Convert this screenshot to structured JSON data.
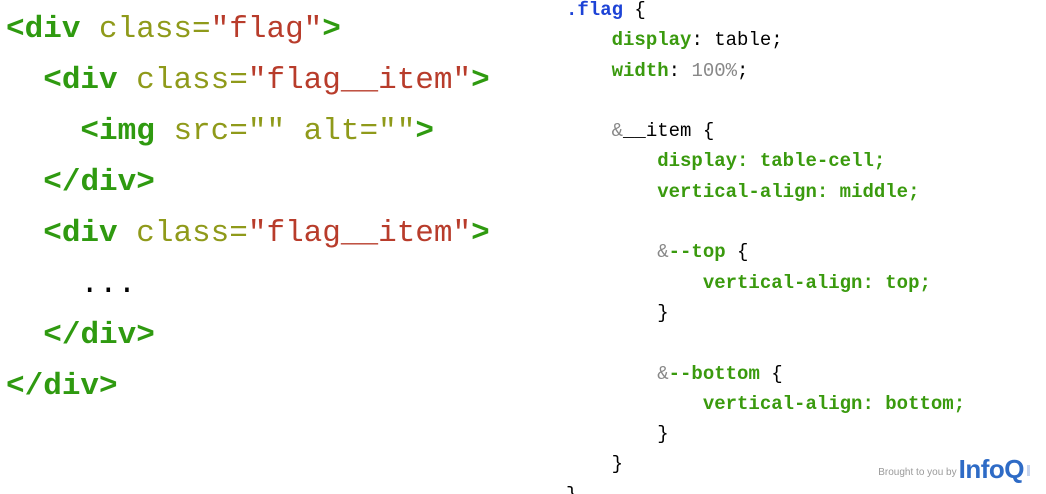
{
  "html_snippet": {
    "lt": "<",
    "lt_close": "</",
    "gt": ">",
    "div": "div",
    "img": "img",
    "class_attr": " class=",
    "src_attr": " src=",
    "alt_attr": " alt=",
    "flag_str": "\"flag\"",
    "flag_item_str": "\"flag__item\"",
    "empty_str": "\"\"",
    "ellipsis": "..."
  },
  "scss_snippet": {
    "selector": ".flag",
    "open": " {",
    "close": "}",
    "display_prop": "display",
    "width_prop": "width",
    "colon": ": ",
    "table_val": "table",
    "width_val": "100%",
    "semi": ";",
    "amp": "&",
    "item_name": "__item",
    "table_cell_val": "table-cell",
    "vertical_align_prop": "vertical-align",
    "middle_val": "middle",
    "top_mod": "--top",
    "top_val": "top",
    "bottom_mod": "--bottom",
    "bottom_val": "bottom"
  },
  "branding": {
    "prefix": "Brought to you by",
    "logo": "InfoQ"
  },
  "colors": {
    "tag_green": "#2f9a10",
    "attr_olive": "#8f9a1a",
    "string_red": "#b83c2b",
    "selector_blue": "#1d43d6",
    "property_green": "#3a9a0e",
    "number_gray": "#888888",
    "brand_blue": "#2e6bc6"
  }
}
